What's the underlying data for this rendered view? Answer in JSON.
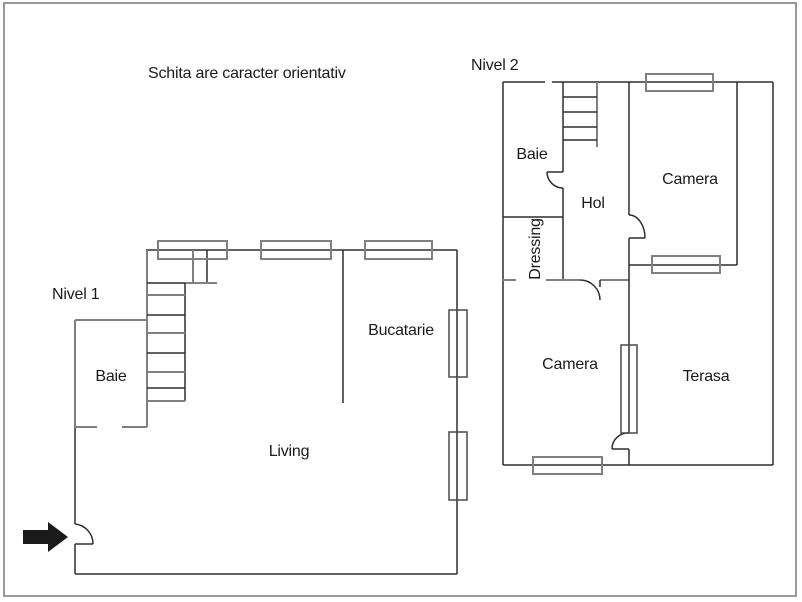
{
  "title": "Schita are caracter orientativ",
  "level1": {
    "label": "Nivel 1",
    "rooms": {
      "baie": "Baie",
      "bucatarie": "Bucatarie",
      "living": "Living"
    }
  },
  "level2": {
    "label": "Nivel 2",
    "rooms": {
      "baie": "Baie",
      "hol": "Hol",
      "camera_top": "Camera",
      "dressing": "Dressing",
      "camera_bottom": "Camera",
      "terasa": "Terasa"
    }
  },
  "icons": {
    "entrance_arrow": "right-arrow"
  },
  "colors": {
    "wall_dark": "#2e2e2e",
    "wall_gray": "#808080",
    "window_gray": "#808080",
    "window_dark": "#4a4a4a",
    "text": "#1a1a1a",
    "border": "#999999",
    "arrow": "#1a1a1a"
  }
}
